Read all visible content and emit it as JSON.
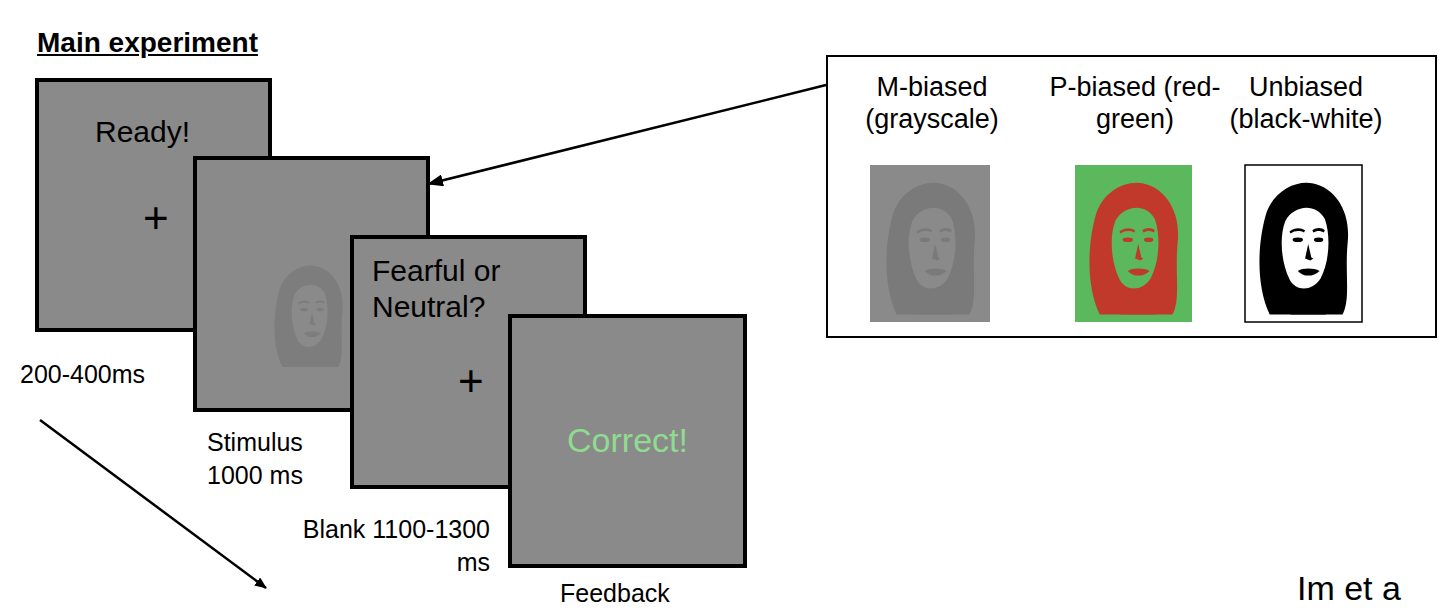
{
  "diagram": {
    "title": "Main experiment",
    "nodes": [
      {
        "text": [
          "Ready!",
          "+",
          "200-400ms"
        ]
      },
      {
        "text": [
          "Stimulus 1000 ms"
        ]
      },
      {
        "text": [
          "Fearful or Neutral?",
          "+",
          "Blank 1100-1300 ms"
        ]
      },
      {
        "text": [
          "Correct!",
          "Feedback"
        ]
      },
      {
        "text": [
          "M-biased (grayscale)",
          "P-biased (red-green)",
          "Unbiased (black-white)"
        ]
      }
    ],
    "edges": [
      {
        "from": 4,
        "to": 1,
        "arrow": "to"
      }
    ],
    "labels": [
      "Im et a"
    ]
  }
}
